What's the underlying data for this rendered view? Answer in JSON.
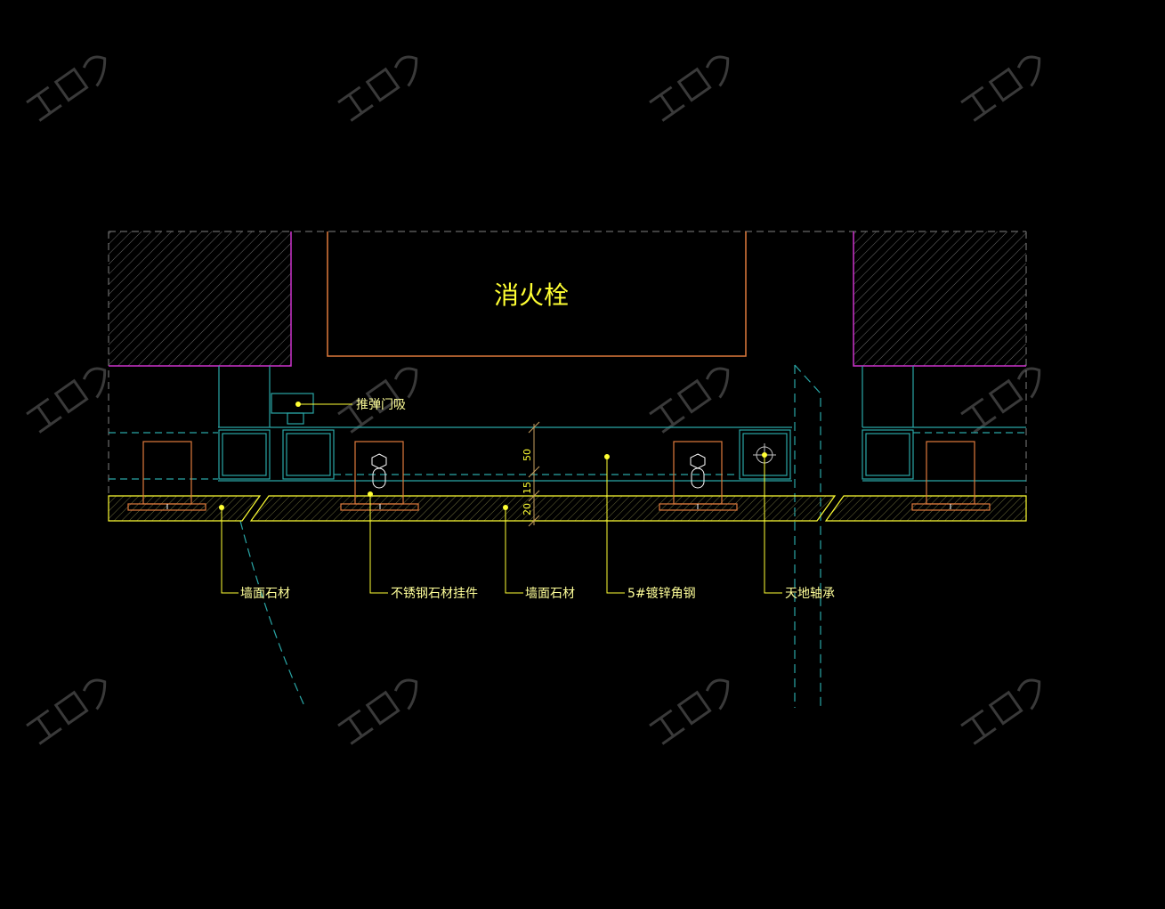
{
  "title": "消火栓",
  "labels": {
    "door_stopper": "推弹门吸",
    "wall_stone_left": "墙面石材",
    "stainless_hanger": "不锈钢石材挂件",
    "wall_stone_mid": "墙面石材",
    "angle_steel": "5#镀锌角钢",
    "pivot_hinge": "天地轴承"
  },
  "dimensions": {
    "d1": "50",
    "d2": "15",
    "d3": "20"
  },
  "colors": {
    "background": "#000000",
    "cyan": "#2aa7a7",
    "yellow": "#ffff33",
    "orange": "#e07a3c",
    "magenta": "#cc33cc",
    "gray": "#808080",
    "dim": "#c8a060",
    "watermark": "#3a3a3a"
  }
}
